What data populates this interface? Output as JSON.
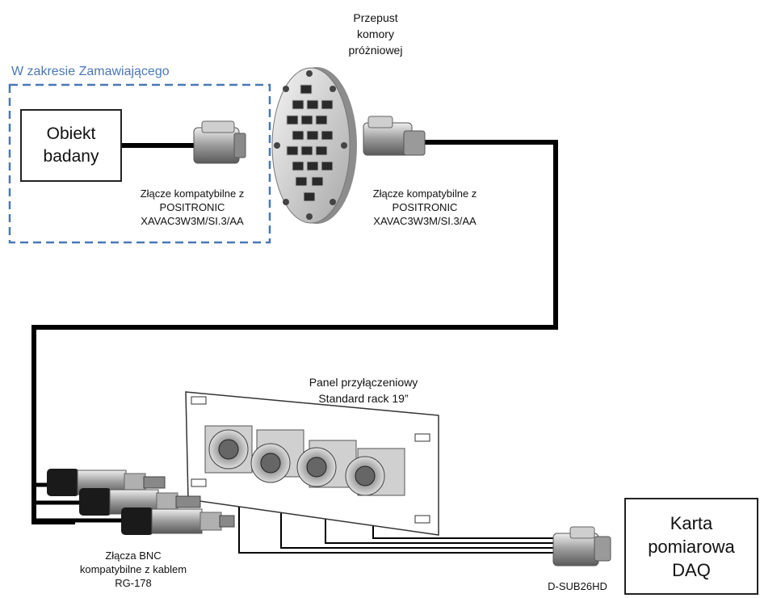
{
  "customer_zone": {
    "title": "W zakresie Zamawiającego",
    "color": "#4a78b5"
  },
  "object_box": {
    "label": "Obiekt\nbadany"
  },
  "daq_box": {
    "label": "Karta\npomiarowa\nDAQ"
  },
  "feedthrough": {
    "label": "Przepust\nkomory\npróżniowej"
  },
  "connector_left": {
    "label": "Złącze kompatybilne z\nPOSITRONIC\nXAVAC3W3M/SI.3/AA"
  },
  "connector_right": {
    "label": "Złącze kompatybilne z\nPOSITRONIC\nXAVAC3W3M/SI.3/AA"
  },
  "panel": {
    "label": "Panel przyłączeniowy\nStandard rack 19”"
  },
  "bnc_connectors": {
    "label": "Złącza BNC\nkompatybilne z kablem\nRG-178"
  },
  "dsub": {
    "label": "D-SUB26HD"
  },
  "colors": {
    "cable": "#000000",
    "metal": "#b8b8b8",
    "panel_border": "#333333"
  }
}
